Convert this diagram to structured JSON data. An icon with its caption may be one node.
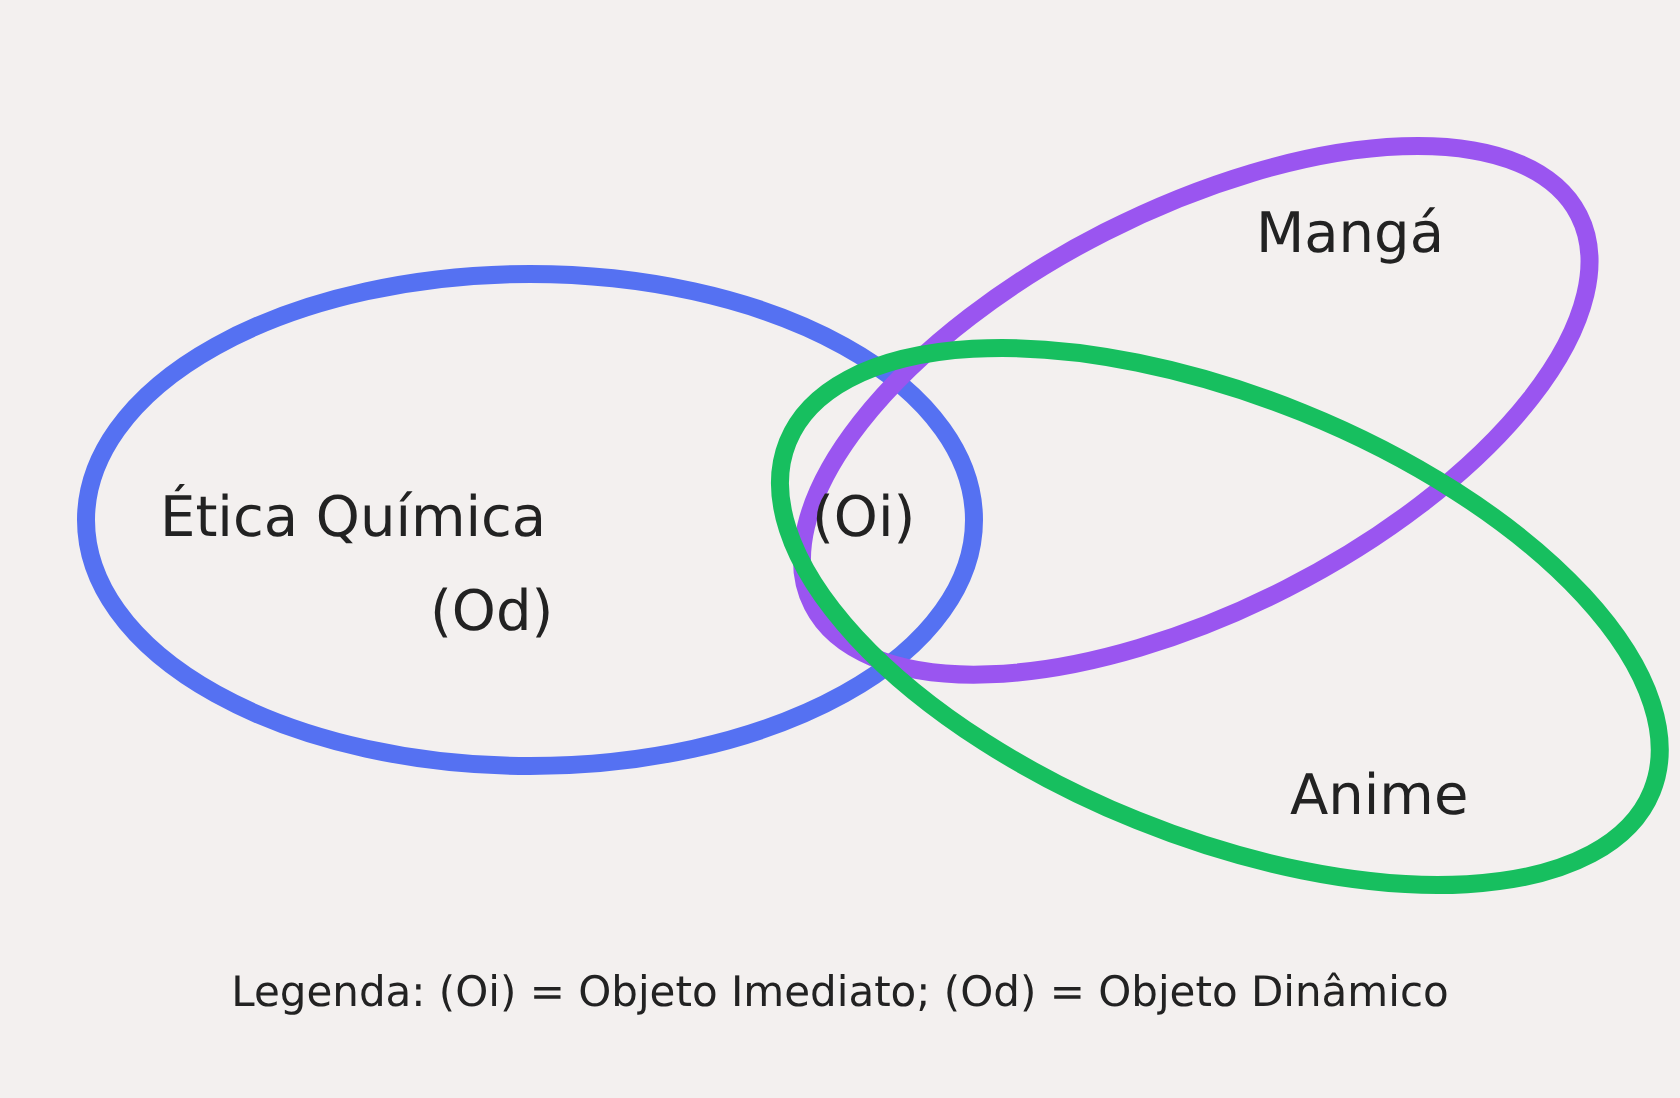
{
  "diagram": {
    "caption": "Legenda: (Oi) = Objeto Imediato; (Od) = Objeto Dinâmico",
    "nodes": [
      {
        "text": [
          "Ética Química",
          "(Od)"
        ]
      },
      {
        "text": [
          "Mangá"
        ]
      },
      {
        "text": [
          "Anime"
        ]
      }
    ],
    "labels": [
      "(Oi)"
    ]
  }
}
